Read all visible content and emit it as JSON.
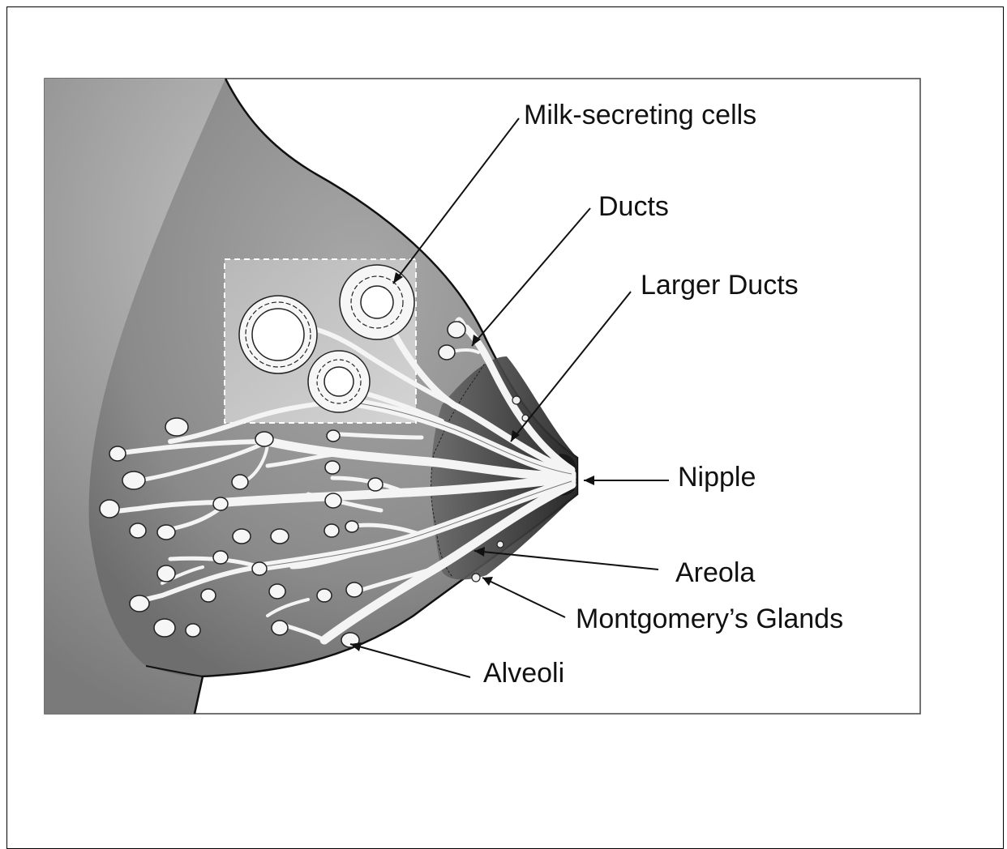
{
  "diagram": {
    "labels": {
      "milk_secreting_cells": "Milk-secreting cells",
      "ducts": "Ducts",
      "larger_ducts": "Larger Ducts",
      "nipple": "Nipple",
      "areola": "Areola",
      "montgomerys_glands": "Montgomery’s Glands",
      "alveoli": "Alveoli"
    },
    "colors": {
      "tissue": "#8c8c8c",
      "tissue_light": "#bdbdbd",
      "areola": "#4a4a4a",
      "ducts": "#f4f4f4",
      "outline": "#111111"
    }
  }
}
